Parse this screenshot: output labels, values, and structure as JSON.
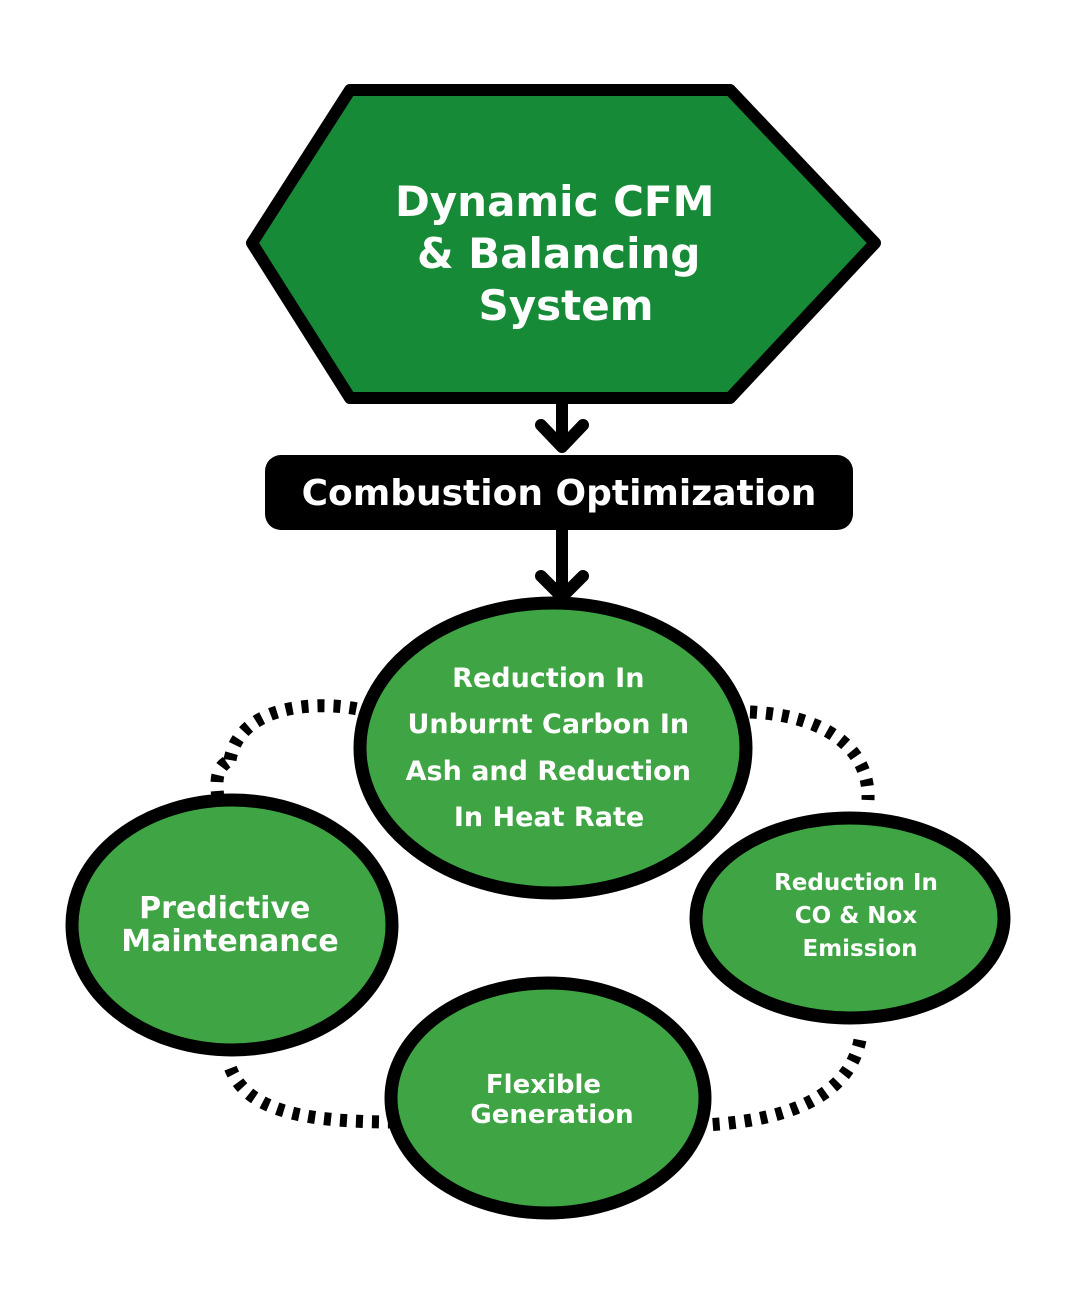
{
  "colors": {
    "fill_dark": "#168a36",
    "fill_light": "#3fa443",
    "outline": "#000000",
    "text": "#ffffff"
  },
  "top_node": {
    "shape": "hexagon",
    "lines": [
      "Dynamic CFM",
      "& Balancing",
      "System"
    ]
  },
  "mid_node": {
    "shape": "rounded-rectangle",
    "label": "Combustion Optimization"
  },
  "outcomes": {
    "heat_rate": {
      "lines": [
        "Reduction In",
        "Unburnt Carbon In",
        "Ash and Reduction",
        "In Heat Rate"
      ]
    },
    "predictive": {
      "lines": [
        "Predictive",
        "Maintenance"
      ]
    },
    "emission": {
      "lines": [
        "Reduction In",
        "CO & Nox",
        "Emission"
      ]
    },
    "flexible": {
      "lines": [
        "Flexible",
        "Generation"
      ]
    }
  },
  "connectors": {
    "arrow_top_to_mid": "arrow",
    "arrow_mid_to_outcomes": "arrow",
    "cycle_ring": "dotted"
  }
}
